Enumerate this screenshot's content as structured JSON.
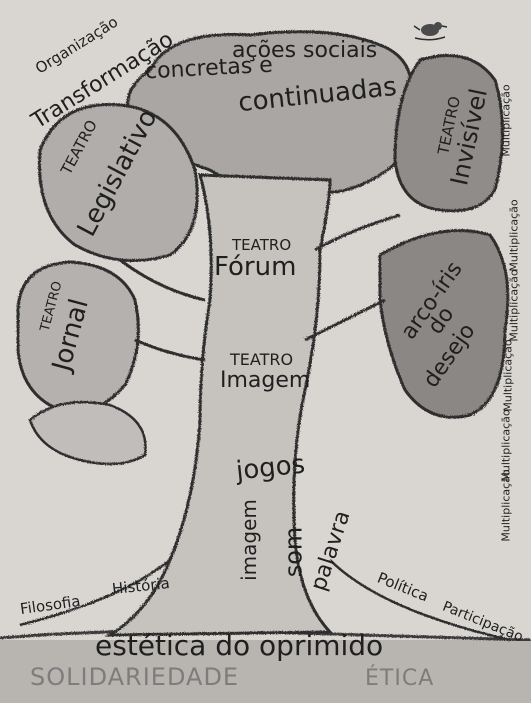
{
  "canvas_text": {
    "organizacao": "Organização",
    "transformacao": "Transformação",
    "acoes_sociais": "ações sociais",
    "concretas": "concretas e",
    "continuadas": "continuadas",
    "teatro_legislativo_small": "TEATRO",
    "teatro_legislativo": "Legislativo",
    "teatro_invisivel_small": "TEATRO",
    "teatro_invisivel": "Invisível",
    "teatro_forum_small": "TEATRO",
    "teatro_forum": "Fórum",
    "teatro_jornal_small": "TEATRO",
    "teatro_jornal": "Jornal",
    "arco_iris_1": "arco-íris",
    "arco_iris_2": "do",
    "arco_iris_3": "desejo",
    "teatro_imagem_small": "TEATRO",
    "teatro_imagem": "Imagem",
    "jogos": "jogos",
    "imagem": "imagem",
    "som": "som",
    "palavra": "palavra",
    "filosofia": "Filosofia",
    "historia": "História",
    "politica": "Política",
    "participacao": "Participação",
    "estetica": "estética do oprimido",
    "solidariedade": "SOLIDARIEDADE",
    "etica": "ÉTICA",
    "multiplicacao": "Multiplicação"
  },
  "colors": {
    "paper": "#d9d6d2",
    "ink": "#1f1f1f",
    "pencil": "#3a3a3a",
    "shade": "#8e8b88"
  }
}
